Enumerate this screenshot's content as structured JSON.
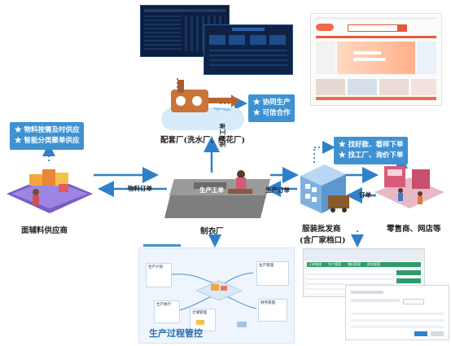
{
  "nodes": {
    "supplier": {
      "label": "面辅料供应商"
    },
    "factory": {
      "label": "制衣厂",
      "banner": "生产工单"
    },
    "auxiliary": {
      "label": "配套厂(洗水厂、绣花厂)"
    },
    "wholesaler": {
      "label_line1": "服装批发商",
      "label_line2": "(含厂家档口)"
    },
    "retailer": {
      "label": "零售商、网店等"
    }
  },
  "bubbles": {
    "supplier": [
      "★ 物料按需及时供应",
      "★ 智能分类聚单供应"
    ],
    "auxiliary": [
      "★ 协同生产",
      "★ 可信合作"
    ],
    "wholesaler": [
      "★ 找好款、看样下单",
      "★ 找工厂、询价下单"
    ]
  },
  "edges": {
    "material_order": "物料订单",
    "production_order_top": "生产工单",
    "production_order_right": "生产订单",
    "order": "订单"
  },
  "panels": {
    "process_control": {
      "title": "生产过程管控",
      "boxes": [
        "生产计划",
        "生产管理",
        "仓储管理",
        "生产执行",
        "财务管理"
      ]
    },
    "order_app": {
      "tabs": [
        "订单管理",
        "生产管理",
        "物料管理",
        "财务管理"
      ]
    }
  },
  "colors": {
    "accent": "#3f92d2",
    "arrow": "#2f80c8",
    "card_title": "#2e6fb3"
  }
}
